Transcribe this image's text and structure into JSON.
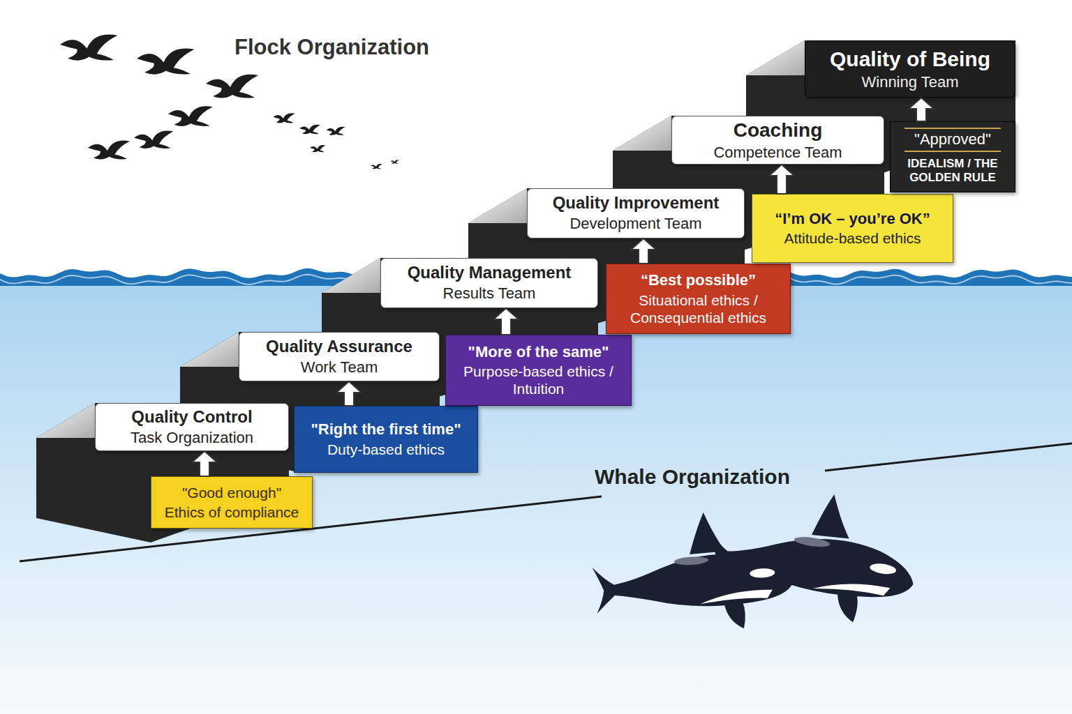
{
  "diagram": {
    "nodes": [
      {
        "text": [
          "Quality Control",
          "Task Organization"
        ]
      },
      {
        "text": [
          "\"Good enough\"",
          "Ethics of compliance"
        ]
      },
      {
        "text": [
          "Quality Assurance",
          "Work Team"
        ]
      },
      {
        "text": [
          "\"Right the first time\"",
          "Duty-based ethics"
        ]
      },
      {
        "text": [
          "Quality Management",
          "Results Team"
        ]
      },
      {
        "text": [
          "\"More of the same\"",
          "Purpose-based ethics / Intuition"
        ]
      },
      {
        "text": [
          "Quality Improvement",
          "Development Team"
        ]
      },
      {
        "text": [
          "“Best possible”",
          "Situational ethics / Consequential ethics"
        ]
      },
      {
        "text": [
          "Coaching",
          "Competence Team"
        ]
      },
      {
        "text": [
          "“I’m OK – you’re OK”",
          "Attitude-based ethics"
        ]
      },
      {
        "text": [
          "Quality of Being",
          "Winning Team"
        ]
      },
      {
        "text": [
          "\"Approved\"",
          "IDEALISM / THE GOLDEN RULE"
        ]
      }
    ],
    "edges": [
      {
        "from": 1,
        "to": 0,
        "arrow": "to"
      },
      {
        "from": 3,
        "to": 2,
        "arrow": "to"
      },
      {
        "from": 5,
        "to": 4,
        "arrow": "to"
      },
      {
        "from": 7,
        "to": 6,
        "arrow": "to"
      },
      {
        "from": 9,
        "to": 8,
        "arrow": "to"
      },
      {
        "from": 11,
        "to": 10,
        "arrow": "to"
      }
    ],
    "labels": [
      "Flock Organization",
      "Whale Organization"
    ]
  }
}
